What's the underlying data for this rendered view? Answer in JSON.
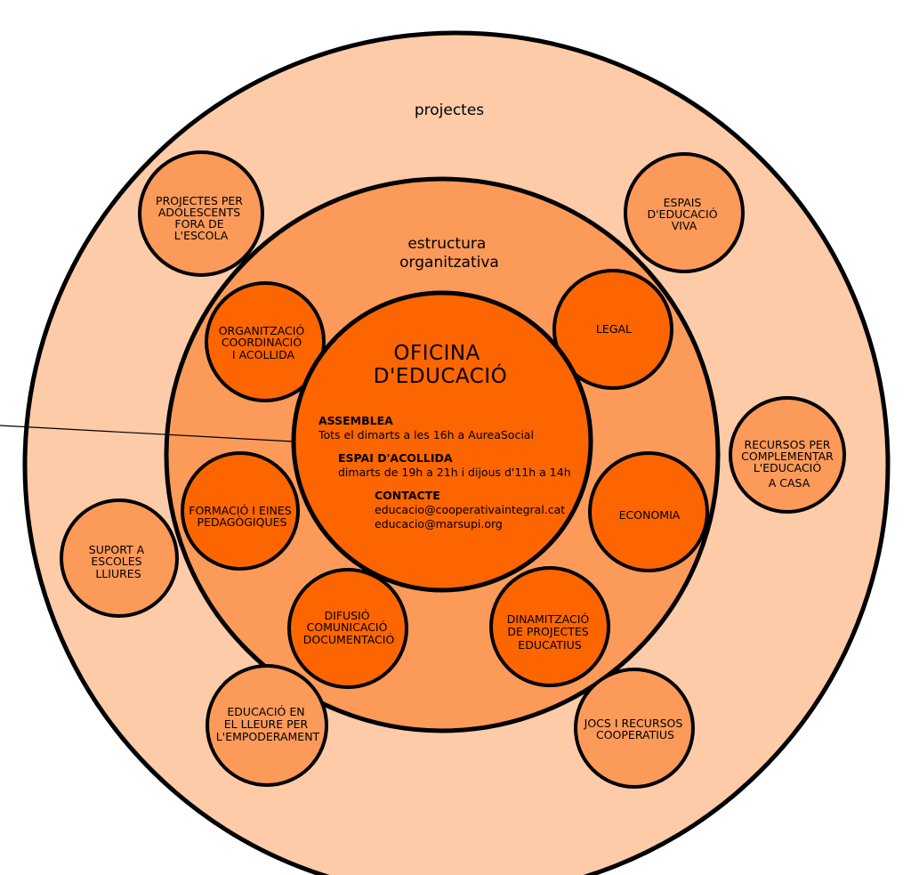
{
  "colors": {
    "outer_ring": "#fdcba8",
    "middle_ring": "#fc9a59",
    "center": "#fc6500",
    "outer_node": "#fc9a59",
    "inner_node": "#fc6500",
    "stroke": "#000000"
  },
  "outer_ring": {
    "label": "projectes"
  },
  "middle_ring": {
    "label_lines": [
      "estructura",
      "organitzativa"
    ]
  },
  "center": {
    "title_lines": [
      "OFICINA",
      "D'EDUCACIÓ"
    ],
    "assemblea": {
      "heading": "ASSEMBLEA",
      "text": "Tots el dimarts a les 16h a AureaSocial"
    },
    "acollida": {
      "heading": "ESPAI D'ACOLLIDA",
      "text": "dimarts de 19h a 21h i dijous d'11h a 14h"
    },
    "contacte": {
      "heading": "CONTACTE",
      "emails": [
        "educacio@cooperativaintegral.cat",
        "educacio@marsupi.org"
      ]
    }
  },
  "inner_nodes": [
    {
      "id": "organitzacio",
      "lines": [
        "ORGANITZACIÓ",
        "COORDINACIÓ",
        "I ACOLLIDA"
      ]
    },
    {
      "id": "legal",
      "lines": [
        "LEGAL"
      ]
    },
    {
      "id": "formacio",
      "lines": [
        "FORMACIÓ I EINES",
        "PEDAGÒGIQUES"
      ]
    },
    {
      "id": "economia",
      "lines": [
        "ECONOMIA"
      ]
    },
    {
      "id": "difusio",
      "lines": [
        "DIFUSIÓ",
        "COMUNICACIÓ",
        "DOCUMENTACIÓ"
      ]
    },
    {
      "id": "dinamitzacio",
      "lines": [
        "DINAMITZACIÓ",
        "DE PROJECTES",
        "EDUCATIUS"
      ]
    }
  ],
  "outer_nodes": [
    {
      "id": "adolescents",
      "lines": [
        "PROJECTES PER",
        "ADOLESCENTS",
        "FORA DE",
        "L'ESCOLA"
      ]
    },
    {
      "id": "espais",
      "lines": [
        "ESPAIS",
        "D'EDUCACIÓ",
        "VIVA"
      ]
    },
    {
      "id": "recursos",
      "lines": [
        "RECURSOS PER",
        "COMPLEMENTAR",
        "L'EDUCACIÓ",
        "A CASA"
      ]
    },
    {
      "id": "suport",
      "lines": [
        "SUPORT A",
        "ESCOLES",
        "LLIURES"
      ]
    },
    {
      "id": "lleure",
      "lines": [
        "EDUCACIÓ EN",
        "EL LLEURE PER",
        "L'EMPODERAMENT"
      ]
    },
    {
      "id": "jocs",
      "lines": [
        "JOCS I RECURSOS",
        "COOPERATIUS"
      ]
    }
  ]
}
